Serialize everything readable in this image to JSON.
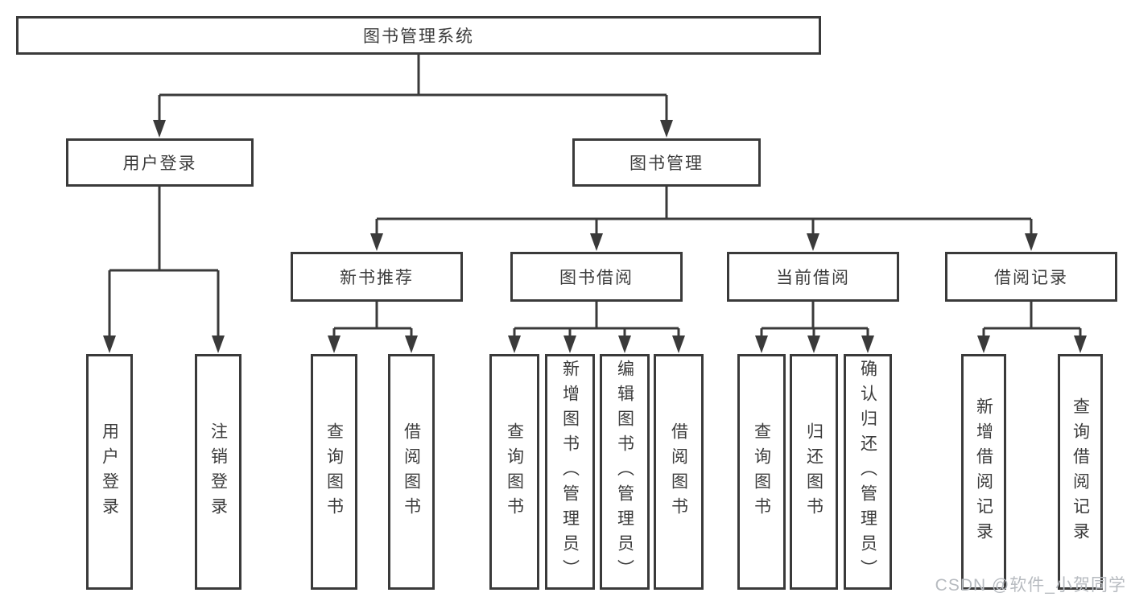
{
  "diagram": {
    "type": "hierarchy-diagram",
    "colors": {
      "line": "#3a3a3a",
      "box_background": "#ffffff",
      "text": "#3c3c3c",
      "watermark_text": "#b7bbc0"
    },
    "tree": {
      "label": "图书管理系统",
      "children": [
        {
          "label": "用户登录",
          "children": [
            {
              "label": "用户登录"
            },
            {
              "label": "注销登录"
            }
          ]
        },
        {
          "label": "图书管理",
          "children": [
            {
              "label": "新书推荐",
              "children": [
                {
                  "label": "查询图书"
                },
                {
                  "label": "借阅图书"
                }
              ]
            },
            {
              "label": "图书借阅",
              "children": [
                {
                  "label": "查询图书"
                },
                {
                  "label": "新增图书（管理员）"
                },
                {
                  "label": "编辑图书（管理员）"
                },
                {
                  "label": "借阅图书"
                }
              ]
            },
            {
              "label": "当前借阅",
              "children": [
                {
                  "label": "查询图书"
                },
                {
                  "label": "归还图书"
                },
                {
                  "label": "确认归还（管理员）"
                }
              ]
            },
            {
              "label": "借阅记录",
              "children": [
                {
                  "label": "新增借阅记录"
                },
                {
                  "label": "查询借阅记录"
                }
              ]
            }
          ]
        }
      ]
    },
    "watermark": "CSDN @软件_小贺同学"
  }
}
